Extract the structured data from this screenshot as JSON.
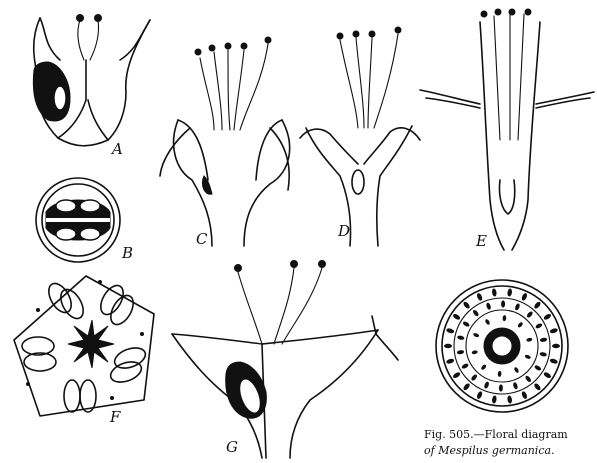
{
  "figure": {
    "panel_labels": [
      "A",
      "B",
      "C",
      "D",
      "E",
      "F",
      "G"
    ],
    "caption_line1": "Fig. 505.—Floral diagram",
    "caption_line2": "of Mespilus germanica."
  }
}
